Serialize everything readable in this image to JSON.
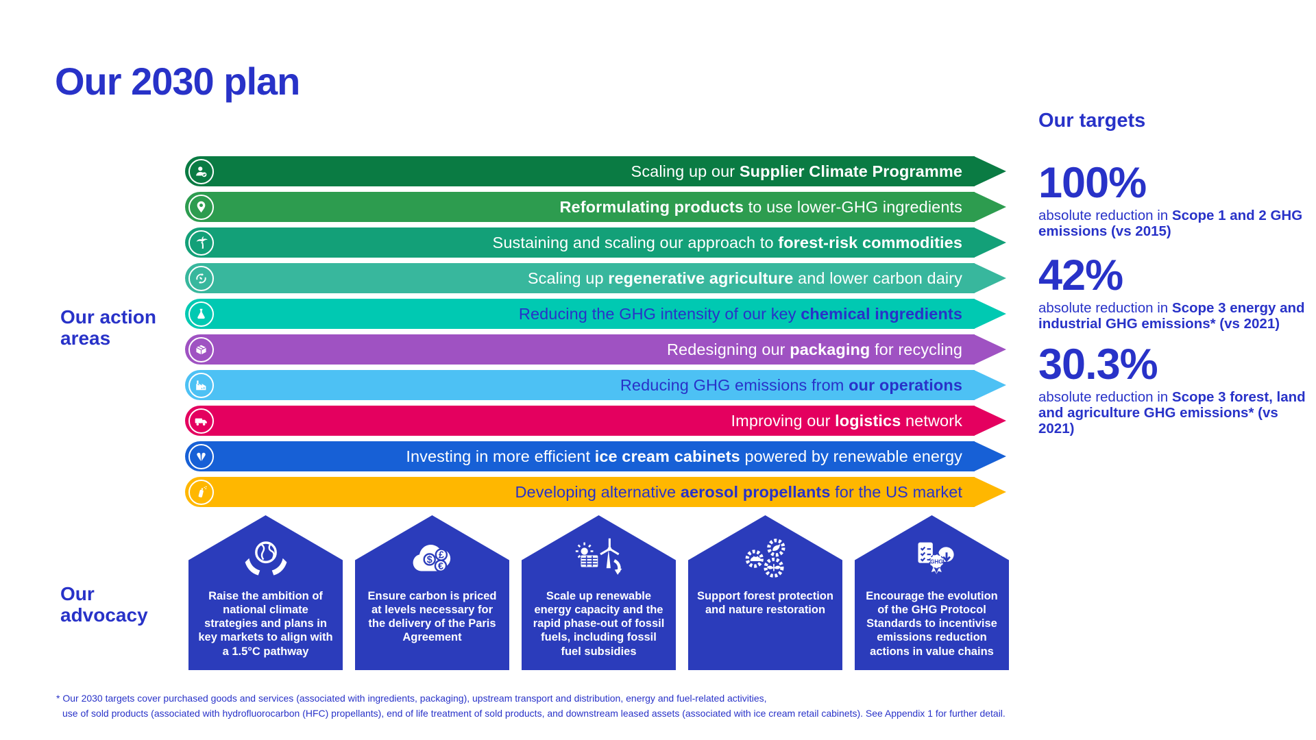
{
  "title": "Our 2030 plan",
  "colors": {
    "brand_blue": "#2832C8",
    "pentagon_blue": "#2B3CBB",
    "bar_colors": [
      "#0A7B43",
      "#2D9C4F",
      "#13A078",
      "#38B79D",
      "#00C9B2",
      "#9F52C2",
      "#4DC1F4",
      "#E4005F",
      "#1760D6",
      "#FFB700"
    ]
  },
  "action_areas": {
    "label": "Our action\nareas",
    "bars": [
      {
        "icon": "supplier-climate-icon",
        "color": "#0A7B43",
        "text_color": "#FFFFFF",
        "segments": [
          {
            "t": "Scaling up our ",
            "b": false
          },
          {
            "t": "Supplier Climate Programme",
            "b": true
          }
        ]
      },
      {
        "icon": "reformulating-icon",
        "color": "#2D9C4F",
        "text_color": "#FFFFFF",
        "segments": [
          {
            "t": "Reformulating products",
            "b": true
          },
          {
            "t": " to use lower-GHG ingredients",
            "b": false
          }
        ]
      },
      {
        "icon": "forest-risk-icon",
        "color": "#13A078",
        "text_color": "#FFFFFF",
        "segments": [
          {
            "t": "Sustaining and scaling our approach to ",
            "b": false
          },
          {
            "t": "forest-risk commodities",
            "b": true
          }
        ]
      },
      {
        "icon": "regenerative-agriculture-icon",
        "color": "#38B79D",
        "text_color": "#FFFFFF",
        "segments": [
          {
            "t": "Scaling up ",
            "b": false
          },
          {
            "t": "regenerative agriculture",
            "b": true
          },
          {
            "t": " and lower carbon dairy",
            "b": false
          }
        ]
      },
      {
        "icon": "chemical-ingredients-icon",
        "color": "#00C9B2",
        "text_color": "#2832C8",
        "segments": [
          {
            "t": "Reducing the GHG intensity of our key ",
            "b": false
          },
          {
            "t": "chemical ingredients",
            "b": true
          }
        ]
      },
      {
        "icon": "packaging-icon",
        "color": "#9F52C2",
        "text_color": "#FFFFFF",
        "segments": [
          {
            "t": "Redesigning our ",
            "b": false
          },
          {
            "t": "packaging",
            "b": true
          },
          {
            "t": " for recycling",
            "b": false
          }
        ]
      },
      {
        "icon": "operations-factory-icon",
        "color": "#4DC1F4",
        "text_color": "#2832C8",
        "segments": [
          {
            "t": "Reducing GHG emissions from ",
            "b": false
          },
          {
            "t": "our operations",
            "b": true
          }
        ]
      },
      {
        "icon": "logistics-truck-icon",
        "color": "#E4005F",
        "text_color": "#FFFFFF",
        "segments": [
          {
            "t": "Improving our ",
            "b": false
          },
          {
            "t": "logistics",
            "b": true
          },
          {
            "t": " network",
            "b": false
          }
        ]
      },
      {
        "icon": "ice-cream-cabinet-icon",
        "color": "#1760D6",
        "text_color": "#FFFFFF",
        "segments": [
          {
            "t": "Investing in more efficient ",
            "b": false
          },
          {
            "t": "ice cream cabinets",
            "b": true
          },
          {
            "t": " powered by renewable energy",
            "b": false
          }
        ]
      },
      {
        "icon": "aerosol-propellant-icon",
        "color": "#FFB700",
        "text_color": "#2832C8",
        "segments": [
          {
            "t": "Developing alternative ",
            "b": false
          },
          {
            "t": "aerosol propellants",
            "b": true
          },
          {
            "t": " for the US market",
            "b": false
          }
        ]
      }
    ]
  },
  "targets": {
    "heading": "Our targets",
    "items": [
      {
        "value": "100%",
        "segments": [
          {
            "t": "absolute reduction in ",
            "b": false
          },
          {
            "t": "Scope 1 and 2 GHG emissions (vs 2015)",
            "b": true
          }
        ]
      },
      {
        "value": "42%",
        "segments": [
          {
            "t": "absolute reduction in ",
            "b": false
          },
          {
            "t": "Scope 3 energy and industrial GHG emissions* (vs 2021)",
            "b": true
          }
        ]
      },
      {
        "value": "30.3%",
        "segments": [
          {
            "t": "absolute reduction in ",
            "b": false
          },
          {
            "t": "Scope 3 forest, land and agriculture GHG emissions* (vs 2021)",
            "b": true
          }
        ]
      }
    ]
  },
  "advocacy": {
    "label": "Our\nadvocacy",
    "cards": [
      {
        "icon": "hands-globe-icon",
        "segments": [
          {
            "t": "Raise the ambition of ",
            "b": false
          },
          {
            "t": "national climate strategies and plans",
            "b": true
          },
          {
            "t": " in key markets to align with a ",
            "b": false
          },
          {
            "t": "1.5°C pathway",
            "b": true
          }
        ]
      },
      {
        "icon": "carbon-pricing-clouds-icon",
        "segments": [
          {
            "t": "Ensure ",
            "b": false
          },
          {
            "t": "carbon is priced at levels necessary for the delivery of the Paris Agreement",
            "b": true
          }
        ]
      },
      {
        "icon": "renewable-energy-icon",
        "segments": [
          {
            "t": "Scale up ",
            "b": false
          },
          {
            "t": "renewable energy capacity",
            "b": true
          },
          {
            "t": " and the rapid ",
            "b": false
          },
          {
            "t": "phase-out of fossil fuels",
            "b": true
          },
          {
            "t": ", including fossil fuel subsidies",
            "b": false
          }
        ]
      },
      {
        "icon": "nature-protection-icon",
        "segments": [
          {
            "t": "Support ",
            "b": false
          },
          {
            "t": "forest protection",
            "b": true
          },
          {
            "t": " and ",
            "b": false
          },
          {
            "t": "nature restoration",
            "b": true
          }
        ]
      },
      {
        "icon": "ghg-protocol-icon",
        "segments": [
          {
            "t": "Encourage the evolution of the ",
            "b": false
          },
          {
            "t": "GHG Protocol Standards",
            "b": true
          },
          {
            "t": " to incentivise ",
            "b": false
          },
          {
            "t": "emissions reduction actions in value chains",
            "b": true
          }
        ]
      }
    ]
  },
  "footnote": {
    "lines": [
      "* Our 2030 targets cover purchased goods and services (associated with ingredients, packaging), upstream transport and distribution, energy and fuel-related activities,",
      "use of sold products (associated with hydrofluorocarbon (HFC) propellants), end of life treatment of sold products, and downstream leased assets (associated with ice cream retail cabinets). See Appendix 1 for further detail."
    ]
  }
}
